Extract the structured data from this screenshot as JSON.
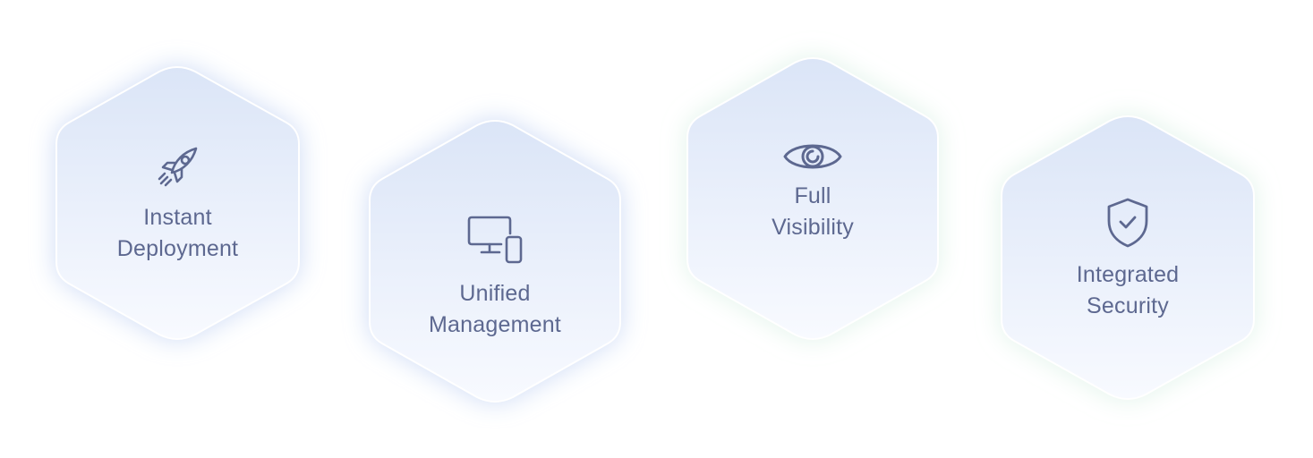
{
  "features": [
    {
      "icon": "rocket-icon",
      "line1": "Instant",
      "line2": "Deployment"
    },
    {
      "icon": "monitor-phone-icon",
      "line1": "Unified",
      "line2": "Management"
    },
    {
      "icon": "eye-icon",
      "line1": "Full",
      "line2": "Visibility"
    },
    {
      "icon": "shield-check-icon",
      "line1": "Integrated",
      "line2": "Security"
    }
  ],
  "colors": {
    "icon_stroke": "#5d6890",
    "label_text": "#5d6890",
    "hex_fill_top": "#dde7f8",
    "hex_fill_bottom": "#f7f9fe",
    "hex_border": "#ffffff"
  }
}
